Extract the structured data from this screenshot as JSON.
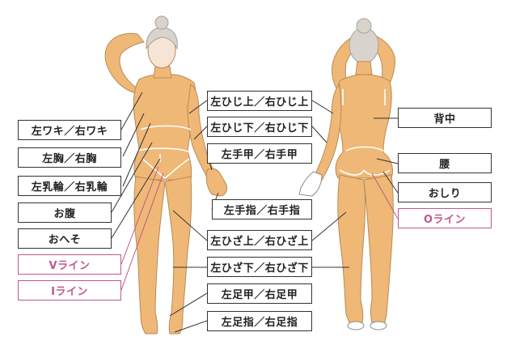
{
  "labels": {
    "waki": "左ワキ／右ワキ",
    "mune": "左胸／右胸",
    "nyurin": "左乳輪／右乳輪",
    "onaka": "お腹",
    "oheso": "おへそ",
    "v_line": "Vライン",
    "i_line": "Iライン",
    "hiji_ue": "左ひじ上／右ひじ上",
    "hiji_shita": "左ひじ下／右ひじ下",
    "tekou": "左手甲／右手甲",
    "teyubi": "左手指／右手指",
    "hiza_ue": "左ひざ上／右ひざ上",
    "hiza_shita": "左ひざ下／右ひざ下",
    "ashikou": "左足甲／右足甲",
    "ashiyubi": "左足指／右足指",
    "senaka": "背中",
    "koshi": "腰",
    "oshiri": "おしり",
    "o_line": "Oライン"
  },
  "colors": {
    "skin": "#efb877",
    "skin_outline": "#b98a55",
    "hair": "#d9d3cd",
    "line": "#333333",
    "pink": "#c0588a",
    "zone_line": "#ffffff"
  }
}
